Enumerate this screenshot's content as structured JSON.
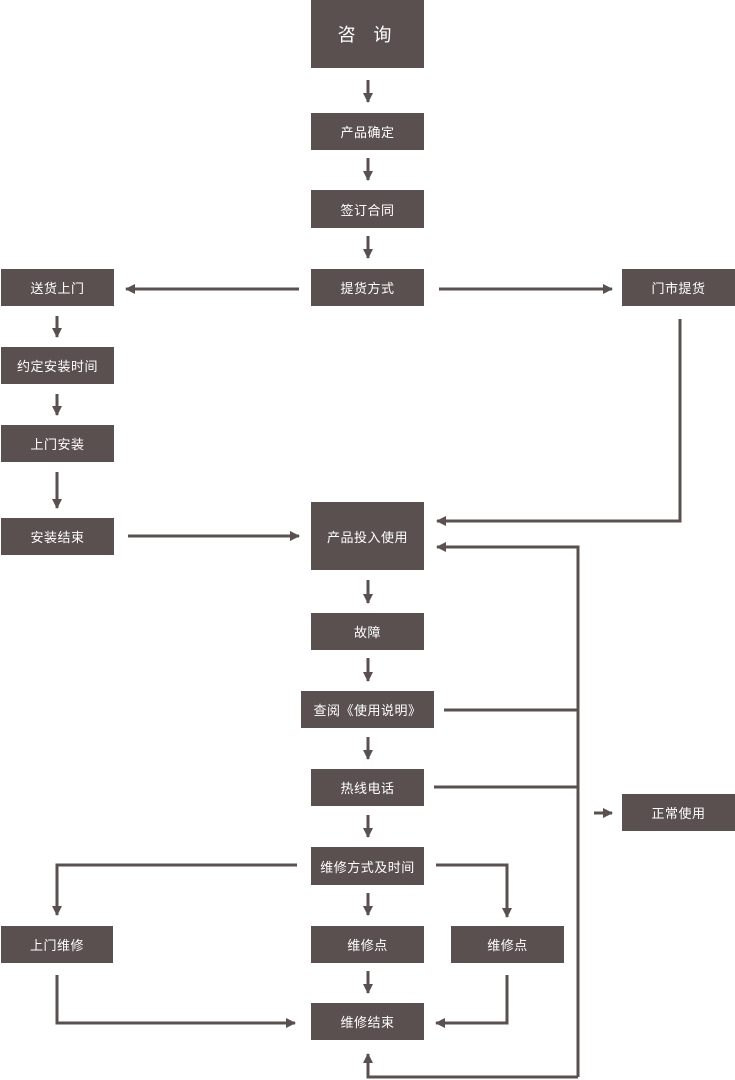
{
  "nodes": {
    "consult": "咨 询",
    "product_confirm": "产品确定",
    "sign_contract": "签订合同",
    "pickup_method": "提货方式",
    "deliver_door": "送货上门",
    "store_pickup": "门市提货",
    "schedule_install": "约定安装时间",
    "onsite_install": "上门安装",
    "install_end": "安装结束",
    "product_in_use": "产品投入使用",
    "fault": "故障",
    "check_manual": "查阅《使用说明》",
    "hotline": "热线电话",
    "normal_use": "正常使用",
    "repair_method_time": "维修方式及时间",
    "onsite_repair": "上门维修",
    "repair_point_1": "维修点",
    "repair_point_2": "维修点",
    "repair_end": "维修结束"
  },
  "colors": {
    "box_fill": "#5b5050",
    "box_text": "#ffffff",
    "connector": "#5b5050"
  }
}
